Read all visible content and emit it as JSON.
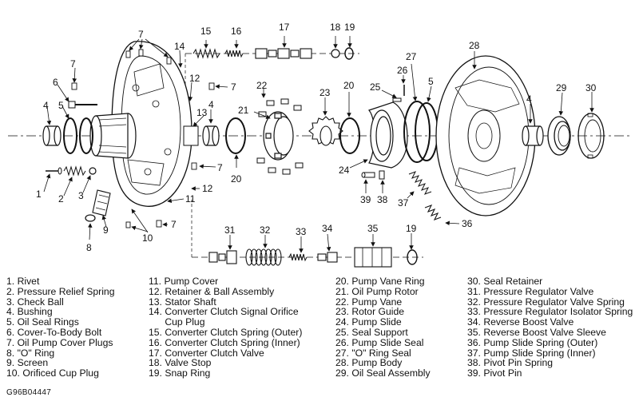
{
  "figure_code": "G96B04447",
  "callouts": [
    "1",
    "2",
    "3",
    "4",
    "5",
    "6",
    "7",
    "8",
    "9",
    "10",
    "11",
    "12",
    "13",
    "14",
    "15",
    "16",
    "17",
    "18",
    "19",
    "20",
    "21",
    "22",
    "23",
    "24",
    "25",
    "26",
    "27",
    "28",
    "29",
    "30",
    "31",
    "32",
    "33",
    "34",
    "35",
    "36",
    "37",
    "38",
    "39"
  ],
  "legend": [
    {
      "num": "1.",
      "label": "Rivet"
    },
    {
      "num": "2.",
      "label": "Pressure Relief Spring"
    },
    {
      "num": "3.",
      "label": "Check Ball"
    },
    {
      "num": "4.",
      "label": "Bushing"
    },
    {
      "num": "5.",
      "label": "Oil Seal Rings"
    },
    {
      "num": "6.",
      "label": "Cover-To-Body Bolt"
    },
    {
      "num": "7.",
      "label": "Oil Pump Cover Plugs"
    },
    {
      "num": "8.",
      "label": "\"O\" Ring"
    },
    {
      "num": "9.",
      "label": "Screen"
    },
    {
      "num": "10.",
      "label": "Orificed Cup Plug"
    },
    {
      "num": "11.",
      "label": "Pump Cover"
    },
    {
      "num": "12.",
      "label": "Retainer & Ball Assembly"
    },
    {
      "num": "13.",
      "label": "Stator Shaft"
    },
    {
      "num": "14.",
      "label": "Converter Clutch Signal Orifice Cup Plug"
    },
    {
      "num": "15.",
      "label": "Converter Clutch Spring (Outer)"
    },
    {
      "num": "16.",
      "label": "Converter Clutch Spring (Inner)"
    },
    {
      "num": "17.",
      "label": "Converter Clutch Valve"
    },
    {
      "num": "18.",
      "label": "Valve Stop"
    },
    {
      "num": "19.",
      "label": "Snap Ring"
    },
    {
      "num": "20.",
      "label": "Pump Vane Ring"
    },
    {
      "num": "21.",
      "label": "Oil Pump Rotor"
    },
    {
      "num": "22.",
      "label": "Pump Vane"
    },
    {
      "num": "23.",
      "label": "Rotor Guide"
    },
    {
      "num": "24.",
      "label": "Pump Slide"
    },
    {
      "num": "25.",
      "label": "Seal Support"
    },
    {
      "num": "26.",
      "label": "Pump Slide Seal"
    },
    {
      "num": "27.",
      "label": "\"O\" Ring Seal"
    },
    {
      "num": "28.",
      "label": "Pump Body"
    },
    {
      "num": "29.",
      "label": "Oil Seal Assembly"
    },
    {
      "num": "30.",
      "label": "Seal Retainer"
    },
    {
      "num": "31.",
      "label": "Pressure Regulator Valve"
    },
    {
      "num": "32.",
      "label": "Pressure Regulator Valve Spring"
    },
    {
      "num": "33.",
      "label": "Pressure Regulator Isolator Spring"
    },
    {
      "num": "34.",
      "label": "Reverse Boost Valve"
    },
    {
      "num": "35.",
      "label": "Reverse Boost Valve Sleeve"
    },
    {
      "num": "36.",
      "label": "Pump Slide Spring (Outer)"
    },
    {
      "num": "37.",
      "label": "Pump Slide Spring (Inner)"
    },
    {
      "num": "38.",
      "label": "Pivot Pin Spring"
    },
    {
      "num": "39.",
      "label": "Pivot Pin"
    }
  ]
}
